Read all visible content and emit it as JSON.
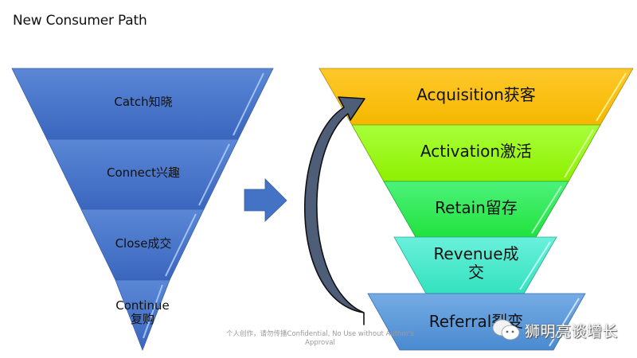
{
  "title": "New Consumer  Path",
  "left_funnel": {
    "color": "#4472C4",
    "stages": [
      {
        "label": "Catch知晓"
      },
      {
        "label": "Connect兴趣"
      },
      {
        "label": "Close成交"
      },
      {
        "label": "Continue\n复购"
      }
    ]
  },
  "transition_arrow": {
    "icon": "right-arrow-icon",
    "color": "#4472C4"
  },
  "loop_arrow": {
    "icon": "curved-loop-arrow-icon",
    "color": "#4E5D78"
  },
  "right_funnel": {
    "stages": [
      {
        "label": "Acquisition获客",
        "color": "#FFC000"
      },
      {
        "label": "Activation激活",
        "color": "#99FF11"
      },
      {
        "label": "Retain留存",
        "color": "#33EE55"
      },
      {
        "label": "Revenue成\n交",
        "color": "#44E8C8"
      },
      {
        "label": "Referral裂变",
        "color": "#5B9BD5"
      }
    ]
  },
  "watermark": {
    "line1": "个人创作，请勿传播Confidential, No Use without Author's",
    "line2": "Approval"
  },
  "brand": {
    "icon": "wechat-icon",
    "text": "狮明亮谈增长"
  }
}
